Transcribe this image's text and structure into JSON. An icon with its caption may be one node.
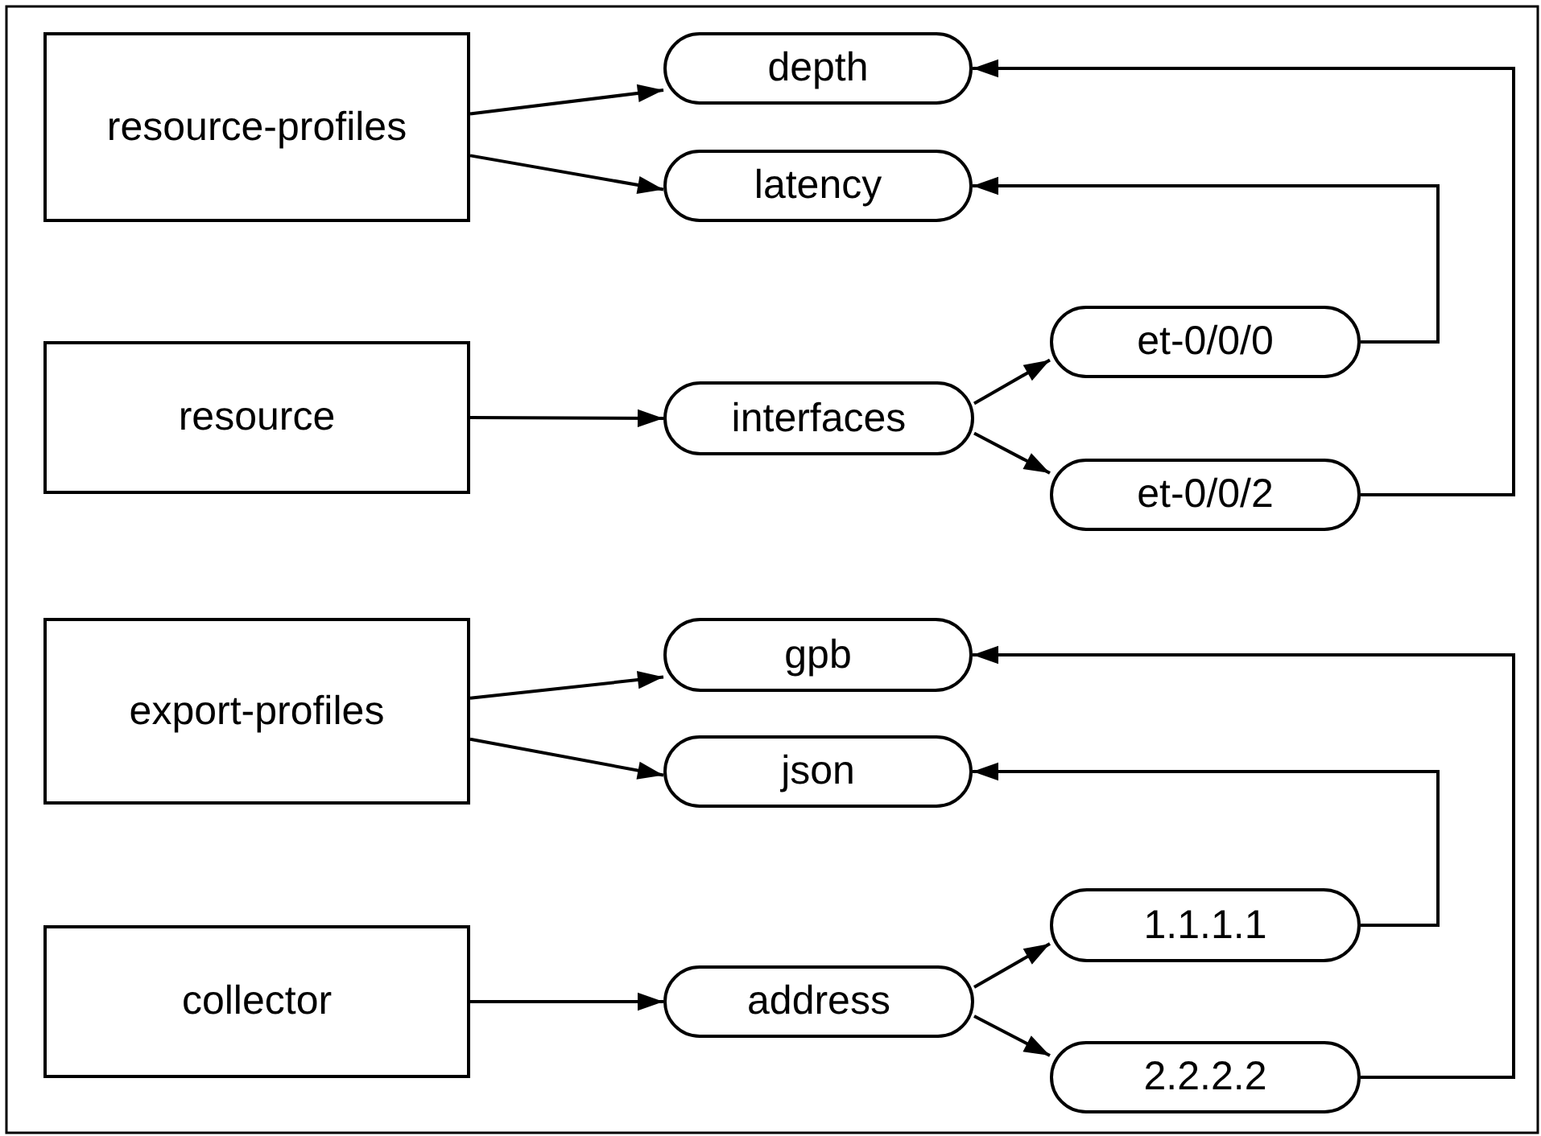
{
  "diagram": {
    "nodes": [
      {
        "text": [
          "resource-profiles"
        ]
      },
      {
        "text": [
          "depth"
        ]
      },
      {
        "text": [
          "latency"
        ]
      },
      {
        "text": [
          "resource"
        ]
      },
      {
        "text": [
          "interfaces"
        ]
      },
      {
        "text": [
          "et-0/0/0"
        ]
      },
      {
        "text": [
          "et-0/0/2"
        ]
      },
      {
        "text": [
          "export-profiles"
        ]
      },
      {
        "text": [
          "gpb"
        ]
      },
      {
        "text": [
          "json"
        ]
      },
      {
        "text": [
          "collector"
        ]
      },
      {
        "text": [
          "address"
        ]
      },
      {
        "text": [
          "1.1.1.1"
        ]
      },
      {
        "text": [
          "2.2.2.2"
        ]
      }
    ],
    "edges": [
      {
        "from": 0,
        "to": 1,
        "arrow": "to"
      },
      {
        "from": 0,
        "to": 2,
        "arrow": "to"
      },
      {
        "from": 3,
        "to": 4,
        "arrow": "to"
      },
      {
        "from": 4,
        "to": 5,
        "arrow": "to"
      },
      {
        "from": 4,
        "to": 6,
        "arrow": "to"
      },
      {
        "from": 5,
        "to": 2,
        "arrow": "to"
      },
      {
        "from": 6,
        "to": 1,
        "arrow": "to"
      },
      {
        "from": 7,
        "to": 8,
        "arrow": "to"
      },
      {
        "from": 7,
        "to": 9,
        "arrow": "to"
      },
      {
        "from": 10,
        "to": 11,
        "arrow": "to"
      },
      {
        "from": 11,
        "to": 12,
        "arrow": "to"
      },
      {
        "from": 11,
        "to": 13,
        "arrow": "to"
      },
      {
        "from": 12,
        "to": 9,
        "arrow": "to"
      },
      {
        "from": 13,
        "to": 8,
        "arrow": "to"
      }
    ]
  }
}
